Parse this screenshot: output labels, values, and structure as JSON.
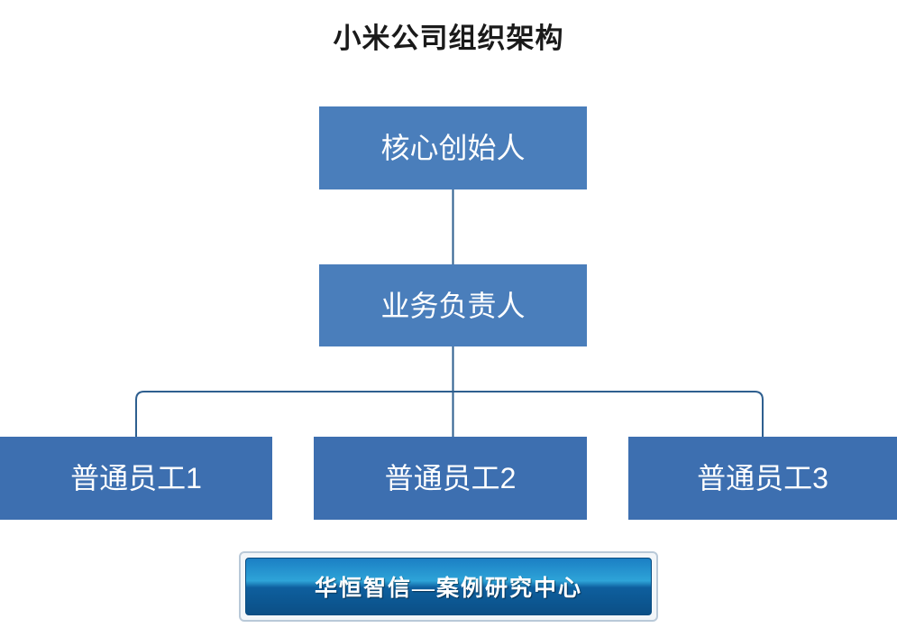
{
  "page": {
    "title": "小米公司组织架构",
    "background_color": "#ffffff"
  },
  "chart_data": {
    "type": "diagram",
    "subtype": "organization-chart",
    "title": "小米公司组织架构",
    "node_fill_level1": "#4a7ebb",
    "node_fill_level3": "#3d6fb0",
    "connector_color": "#2e5f8f",
    "nodes": [
      {
        "id": "core",
        "label": "核心创始人",
        "level": 1
      },
      {
        "id": "biz",
        "label": "业务负责人",
        "level": 2
      },
      {
        "id": "emp1",
        "label": "普通员工1",
        "level": 3
      },
      {
        "id": "emp2",
        "label": "普通员工2",
        "level": 3
      },
      {
        "id": "emp3",
        "label": "普通员工3",
        "level": 3
      }
    ],
    "edges": [
      {
        "from": "core",
        "to": "biz"
      },
      {
        "from": "biz",
        "to": "emp1"
      },
      {
        "from": "biz",
        "to": "emp2"
      },
      {
        "from": "biz",
        "to": "emp3"
      }
    ]
  },
  "footer": {
    "badge_text": "华恒智信—案例研究中心"
  }
}
